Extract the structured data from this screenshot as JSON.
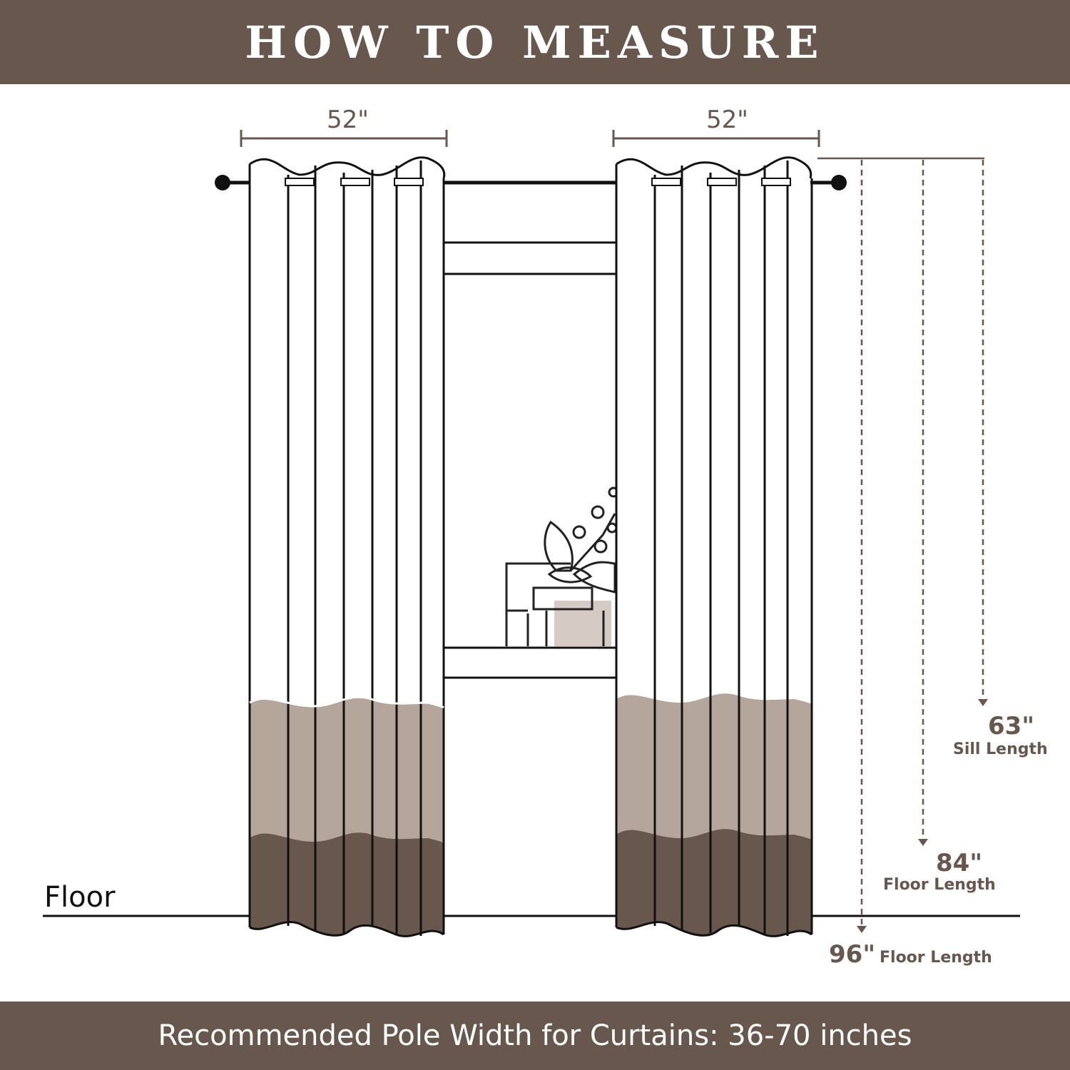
{
  "header": {
    "title": "HOW TO MEASURE"
  },
  "footer": {
    "text": "Recommended Pole Width for Curtains: 36-70 inches"
  },
  "width_labels": {
    "left": "52\"",
    "right": "52\""
  },
  "floor_label": "Floor",
  "measures": {
    "sill": {
      "value": "63\"",
      "label": "Sill Length"
    },
    "floor84": {
      "value": "84\"",
      "label": "Floor Length"
    },
    "floor96": {
      "value": "96\"",
      "label": "Floor Length"
    }
  },
  "colors": {
    "band": "#67574d",
    "curtain_taupe": "#b5a69c",
    "curtain_brown": "#67574d",
    "accent_square": "#d6cbc4"
  },
  "icons": [
    "rod-finial-icon",
    "plant-pot-icon"
  ]
}
